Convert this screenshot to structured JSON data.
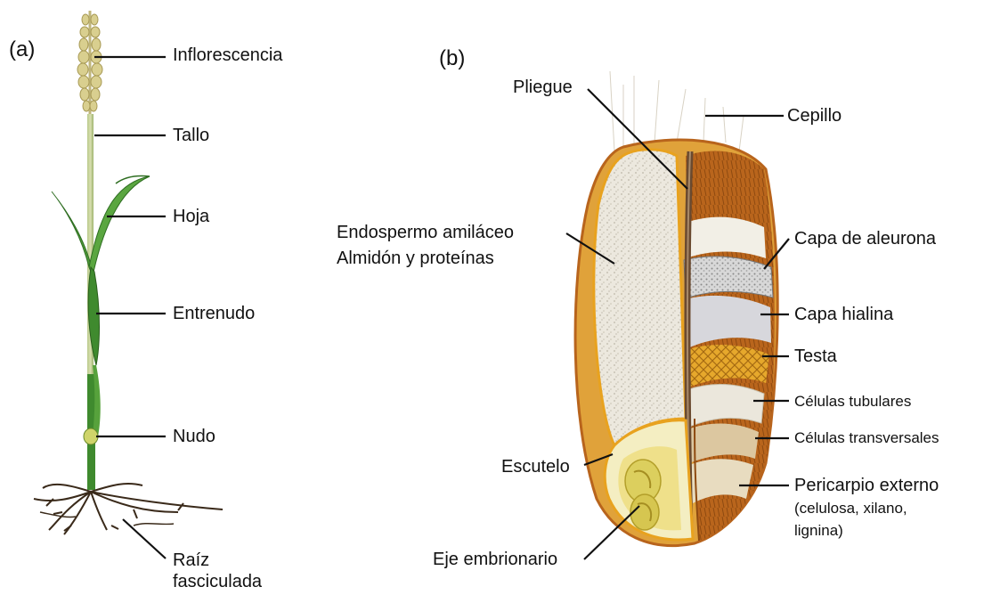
{
  "panels": {
    "a": "(a)",
    "b": "(b)"
  },
  "plant_labels": {
    "inflorescence": "Inflorescencia",
    "stem": "Tallo",
    "leaf": "Hoja",
    "internode": "Entrenudo",
    "node": "Nudo",
    "root_line1": "Raíz",
    "root_line2": "fasciculada"
  },
  "grain_labels": {
    "crease": "Pliegue",
    "brush": "Cepillo",
    "endosperm_line1": "Endospermo amiláceo",
    "endosperm_line2": "Almidón y proteínas",
    "aleurone": "Capa de aleurona",
    "hyaline": "Capa hialina",
    "testa": "Testa",
    "tube_cells": "Células tubulares",
    "cross_cells": "Células transversales",
    "pericarp_line1": "Pericarpio externo",
    "pericarp_line2": "(celulosa, xilano,",
    "pericarp_line3": "lignina)",
    "scutellum": "Escutelo",
    "embryo_axis": "Eje embrionario"
  },
  "colors": {
    "stem_green": "#3f8a2e",
    "leaf_green": "#4f9a3a",
    "inflorescence": "#d9cf8f",
    "grain_brown": "#b8641c",
    "grain_orange": "#e0a23a",
    "endosperm": "#f3f1ea",
    "embryo": "#efe08a"
  }
}
